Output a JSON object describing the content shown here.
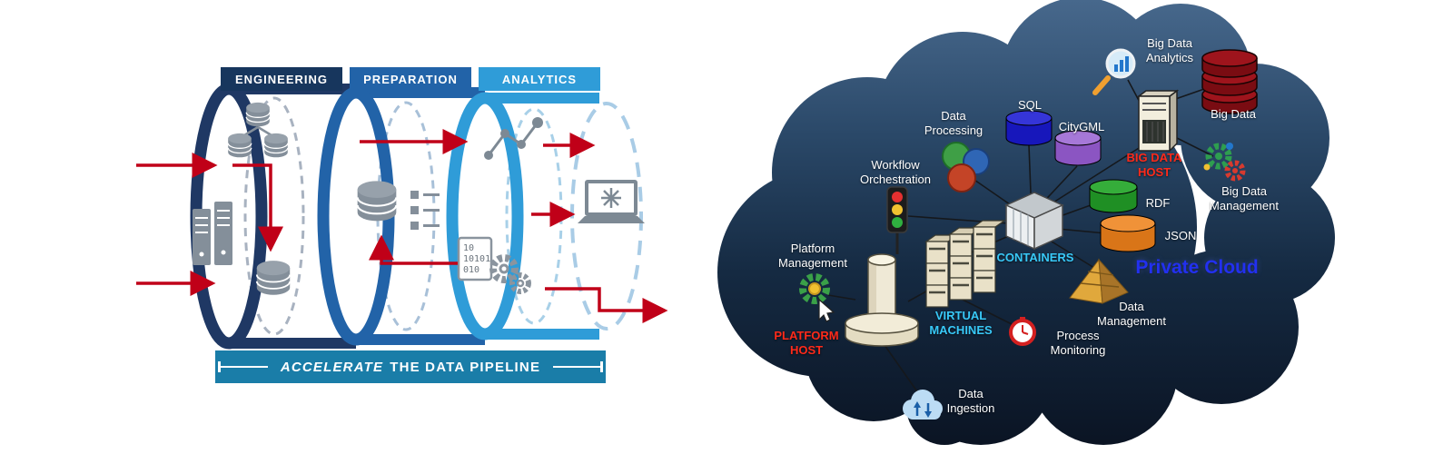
{
  "pipeline": {
    "stages": [
      {
        "label": "ENGINEERING",
        "color": "#17365d"
      },
      {
        "label": "PREPARATION",
        "color": "#2263a8"
      },
      {
        "label": "ANALYTICS",
        "color": "#2f9cd8"
      }
    ],
    "banner": {
      "emphasis": "ACCELERATE",
      "rest": "THE DATA PIPELINE",
      "color": "#1a7da8"
    },
    "binary_icon_lines": [
      "10",
      "10101",
      "010"
    ],
    "arrow_color": "#c00018"
  },
  "cloud": {
    "title": "Private Cloud",
    "nodes": {
      "big_data_analytics": "Big Data Analytics",
      "big_data": "Big Data",
      "big_data_host": "BIG DATA HOST",
      "big_data_management": "Big Data Management",
      "sql": "SQL",
      "citygml": "CityGML",
      "data_processing": "Data Processing",
      "workflow_orchestration": "Workflow Orchestration",
      "rdf": "RDF",
      "json": "JSON",
      "containers": "CONTAINERS",
      "data_management": "Data Management",
      "platform_management": "Platform Management",
      "platform_host": "PLATFORM HOST",
      "virtual_machines": "VIRTUAL MACHINES",
      "process_monitoring": "Process Monitoring",
      "data_ingestion": "Data Ingestion"
    },
    "label_colors": {
      "default": "#ffffff",
      "host": "#ff2a1a",
      "tech": "#38c9f8",
      "private_cloud": "#2230f0"
    }
  }
}
